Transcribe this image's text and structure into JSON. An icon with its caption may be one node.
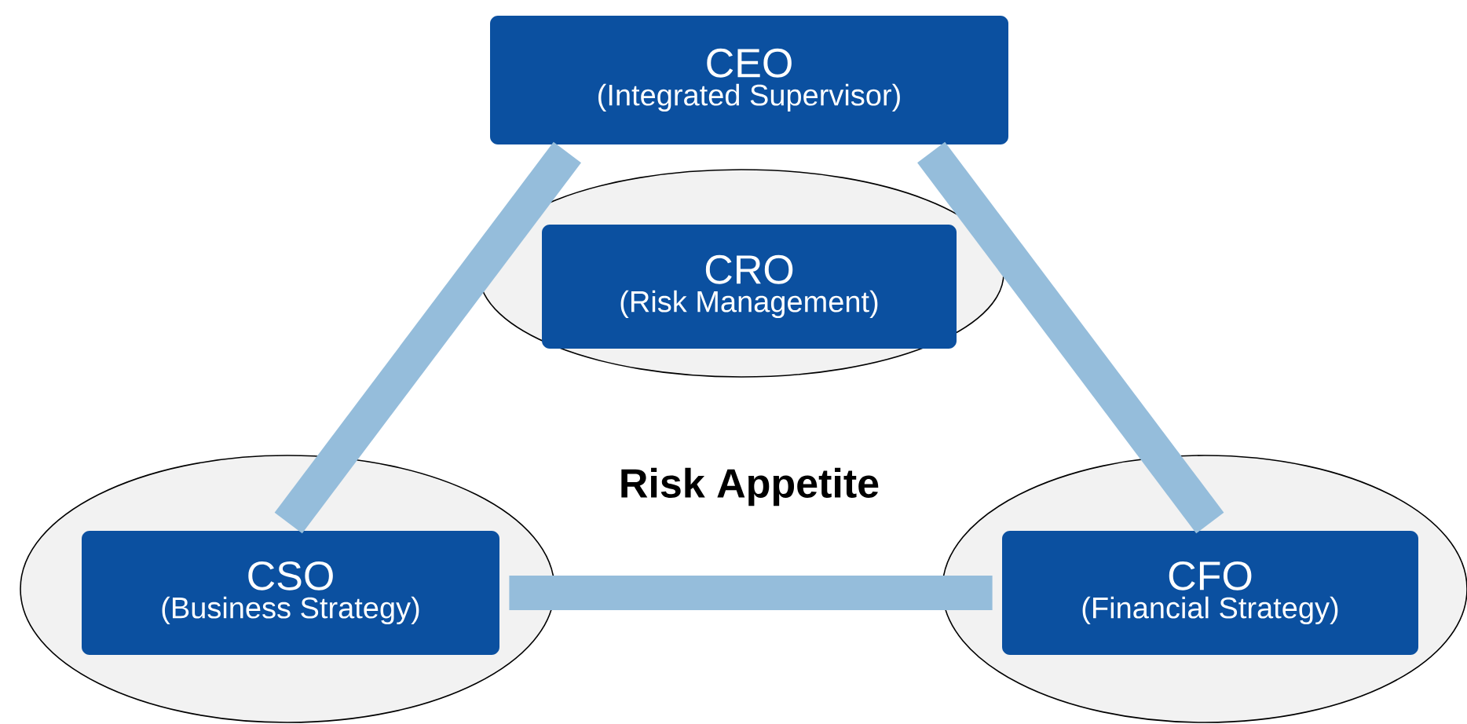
{
  "diagram": {
    "nodes": [
      {
        "text": [
          "CEO",
          "(Integrated Supervisor)"
        ]
      },
      {
        "text": [],
        "shape": "ellipse"
      },
      {
        "text": [
          "CRO",
          "(Risk Management)"
        ],
        "in": 1
      },
      {
        "text": [],
        "shape": "ellipse"
      },
      {
        "text": [
          "CSO",
          "(Business Strategy)"
        ],
        "in": 3
      },
      {
        "text": [],
        "shape": "ellipse"
      },
      {
        "text": [
          "CFO",
          "(Financial Strategy)"
        ],
        "in": 5
      }
    ],
    "edges": [
      {
        "from": 0,
        "to": 4,
        "arrow": "none"
      },
      {
        "from": 0,
        "to": 6,
        "arrow": "none"
      },
      {
        "from": 4,
        "to": 6,
        "arrow": "none"
      }
    ],
    "labels": [
      "Risk Appetite"
    ]
  }
}
